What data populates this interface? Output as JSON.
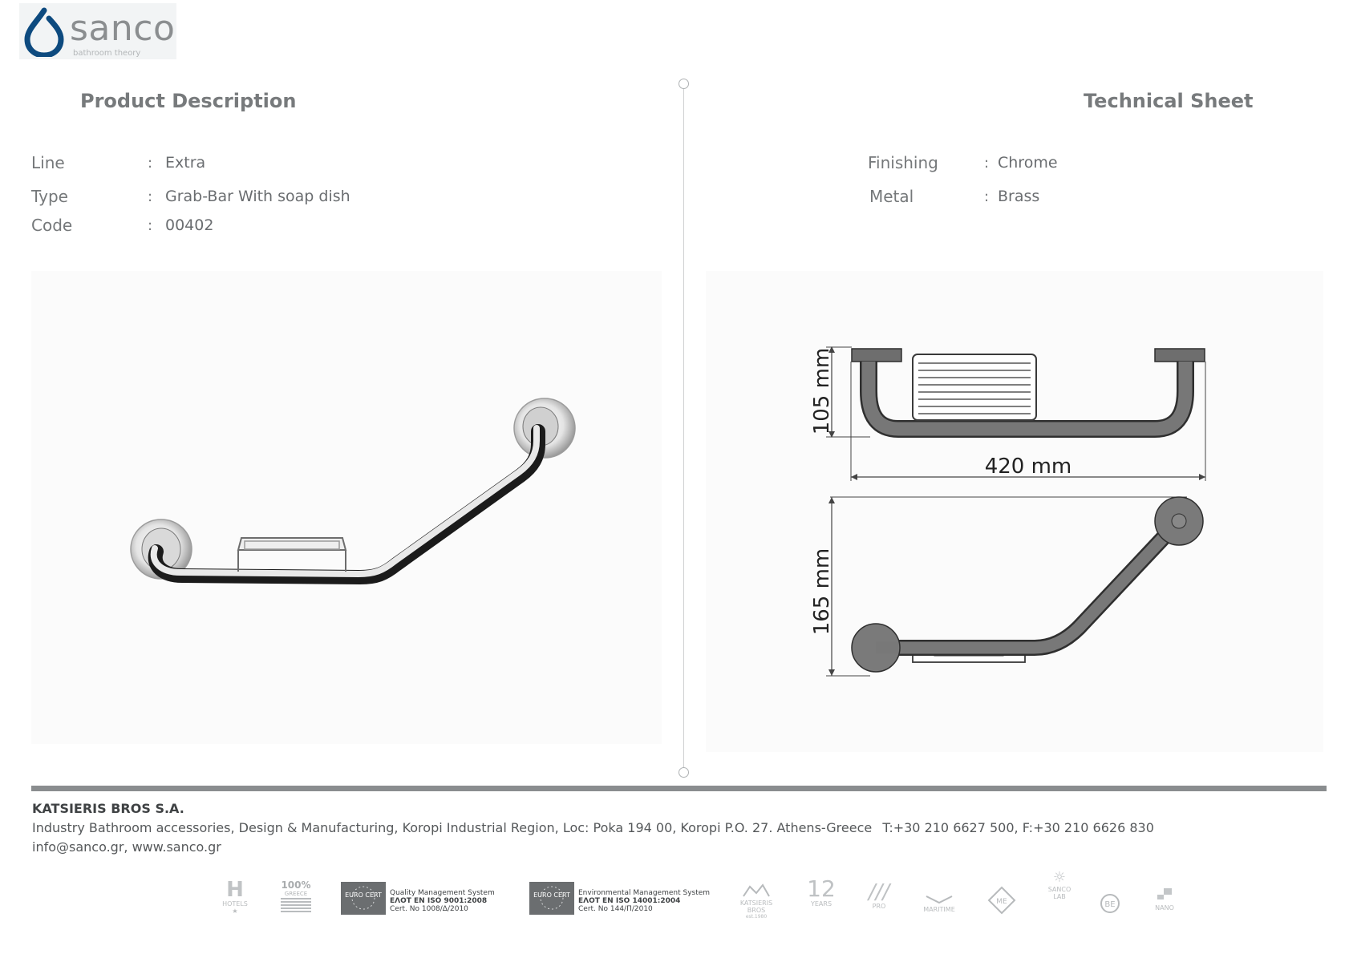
{
  "brand": {
    "name": "sanco",
    "tagline": "bathroom theory",
    "accent": "#0d4a7f"
  },
  "left": {
    "heading": "Product Description",
    "rows": [
      {
        "label": "Line",
        "value": "Extra"
      },
      {
        "label": "Type",
        "value": "Grab-Bar With soap dish"
      },
      {
        "label": "Code",
        "value": "00402"
      }
    ]
  },
  "right": {
    "heading": "Technical Sheet",
    "rows": [
      {
        "label": "Finishing",
        "value": "Chrome"
      },
      {
        "label": "Metal",
        "value": "Brass"
      }
    ]
  },
  "separator": ":",
  "dimensions": {
    "height": "105 mm",
    "width": "420 mm",
    "depth": "165 mm"
  },
  "footer": {
    "company": "KATSIERIS BROS S.A.",
    "address": "Industry Bathroom accessories, Design & Manufacturing, Koropi Industrial Region, Loc: Poka 194 00, Koropi P.O. 27. Athens-Greece",
    "phones": "T:+30 210 6627 500, F:+30 210 6626 830",
    "contact": "info@sanco.gr, www.sanco.gr"
  },
  "certifications": [
    {
      "box": "EURO CERT",
      "title": "Quality Management System",
      "standard": "ΕΛΟΤ EN ISO 9001:2008",
      "cert": "Cert. No 1008/Δ/2010"
    },
    {
      "box": "EURO CERT",
      "title": "Environmental Management System",
      "standard": "ΕΛΟΤ EN ISO 14001:2004",
      "cert": "Cert. No 144/Π/2010"
    }
  ],
  "badges": {
    "hotels": "HOTELS",
    "greece_top": "100%",
    "greece_bottom": "GREECE",
    "katsieris": "KATSIERIS",
    "bros": "BROS",
    "est": "est.1980",
    "years_num": "12",
    "years": "YEARS",
    "pro": "PRO",
    "maritime": "MARITIME",
    "me": "ME",
    "sanco_lab": "SANCO",
    "lab": "LAB",
    "be": "BE",
    "nano": "NANO"
  }
}
